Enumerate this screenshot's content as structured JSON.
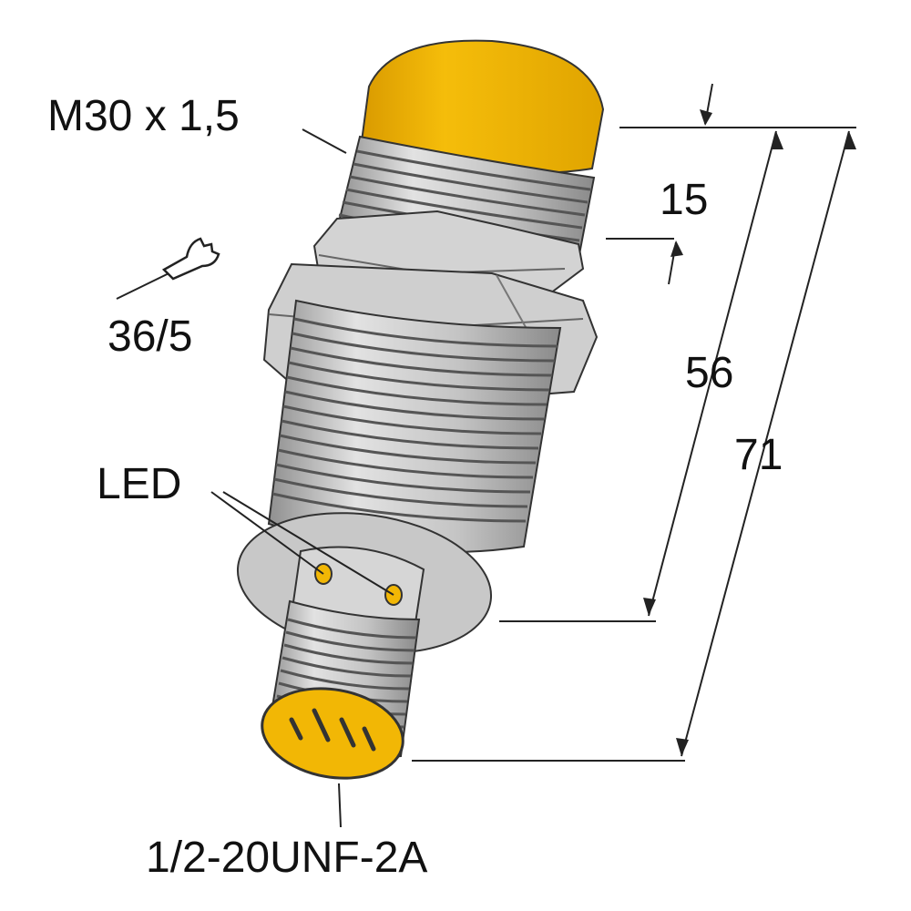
{
  "labels": {
    "thread": "M30 x 1,5",
    "wrench_size": "36/5",
    "led": "LED",
    "connector_thread": "1/2-20UNF-2A"
  },
  "dimensions": {
    "cap_length": "15",
    "body_length": "56",
    "total_length": "71"
  },
  "icons": {
    "wrench": "wrench-icon"
  },
  "colors": {
    "sensing_cap": "#F2B705",
    "body_metal": "#C9C9C9",
    "leds": "#F2B705",
    "lines": "#222222"
  }
}
